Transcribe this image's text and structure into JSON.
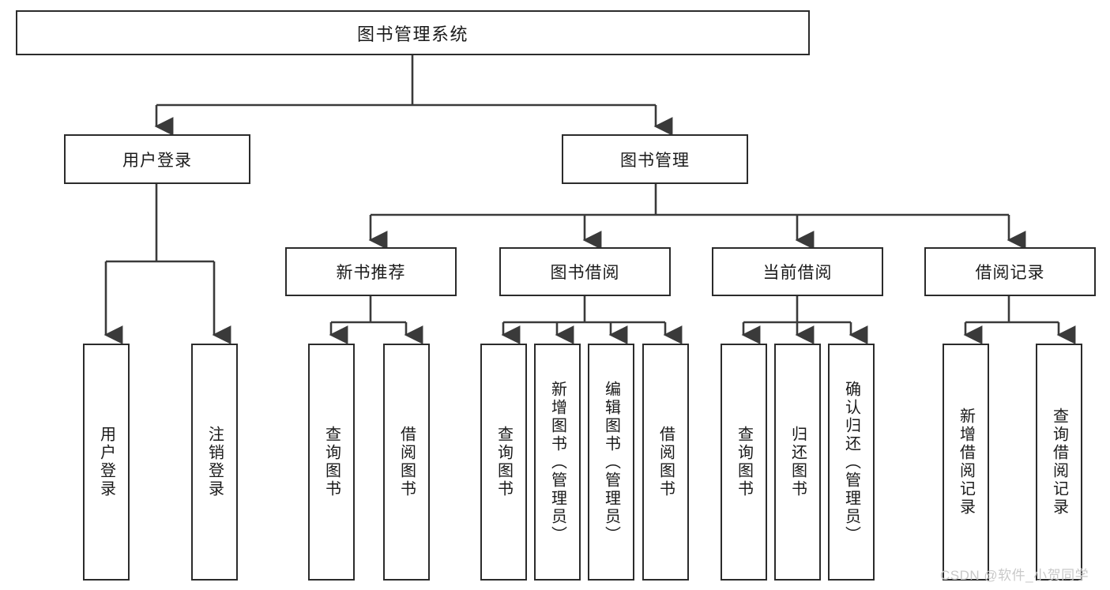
{
  "diagram": {
    "title": "图书管理系统",
    "type": "tree-hierarchy",
    "root": {
      "label": "图书管理系统"
    },
    "level2": [
      {
        "label": "用户登录"
      },
      {
        "label": "图书管理"
      }
    ],
    "level3": [
      {
        "label": "新书推荐"
      },
      {
        "label": "图书借阅"
      },
      {
        "label": "当前借阅"
      },
      {
        "label": "借阅记录"
      }
    ],
    "leaves": {
      "user_login": [
        {
          "label": "用户登录"
        },
        {
          "label": "注销登录"
        }
      ],
      "new_book_recommend": [
        {
          "label": "查询图书"
        },
        {
          "label": "借阅图书"
        }
      ],
      "book_borrow": [
        {
          "label": "查询图书"
        },
        {
          "label": "新增图书（管理员）"
        },
        {
          "label": "编辑图书（管理员）"
        },
        {
          "label": "借阅图书"
        }
      ],
      "current_borrow": [
        {
          "label": "查询图书"
        },
        {
          "label": "归还图书"
        },
        {
          "label": "确认归还（管理员）"
        }
      ],
      "borrow_record": [
        {
          "label": "新增借阅记录"
        },
        {
          "label": "查询借阅记录"
        }
      ]
    }
  },
  "watermark": {
    "text": "CSDN @软件_小贺同学"
  },
  "colors": {
    "box_border": "#2b2b2b",
    "box_fill": "#ffffff",
    "edge": "#3a3a3a",
    "text": "#1a1a1a",
    "watermark": "#c9c9c9",
    "background": "#ffffff"
  }
}
